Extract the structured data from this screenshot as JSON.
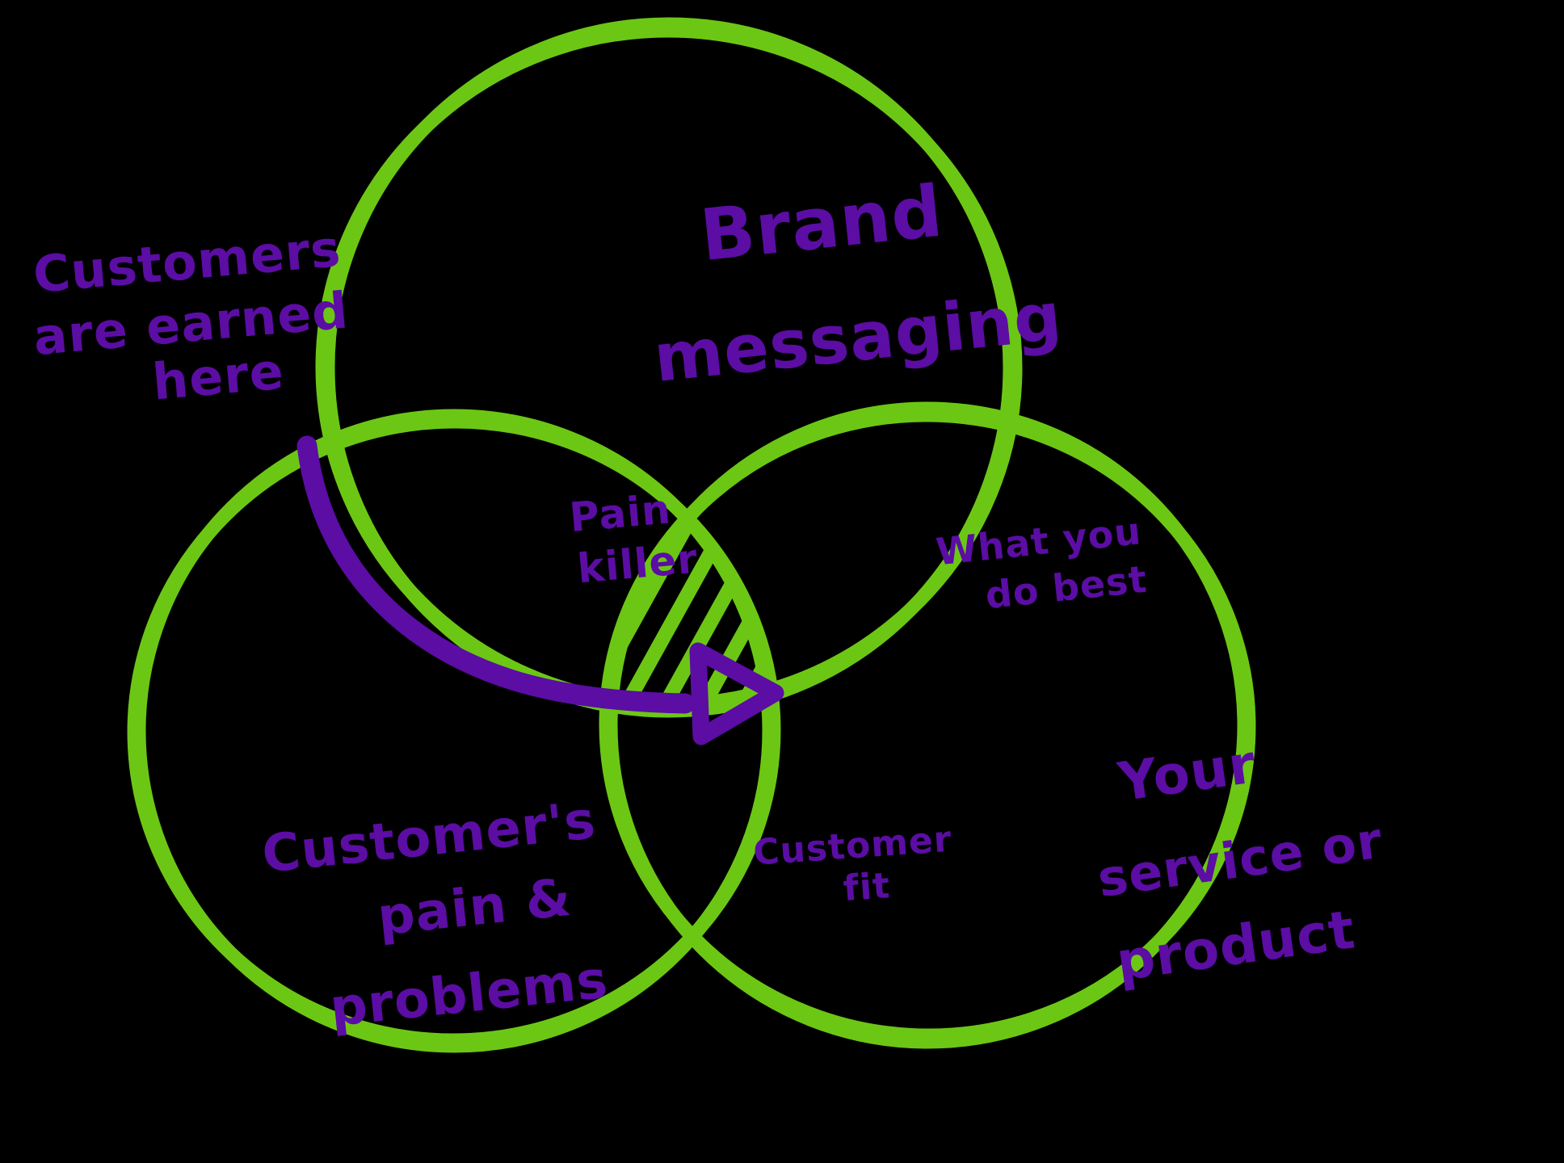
{
  "title": "Customer fit Venn diagram",
  "colors": {
    "background": "#000000",
    "circle_green": "#6cc715",
    "ink_purple": "#5b0da4"
  },
  "venn": {
    "circles": [
      {
        "id": "top",
        "label": "Brand messaging",
        "label_lines": [
          "Brand",
          "messaging"
        ]
      },
      {
        "id": "bottom_left",
        "label": "Customer's pain & problems",
        "label_lines": [
          "Customer's",
          "pain &",
          "problems"
        ]
      },
      {
        "id": "bottom_right",
        "label": "Your service or product",
        "label_lines": [
          "Your",
          "service or",
          "product"
        ]
      }
    ],
    "overlaps": [
      {
        "between": [
          "top",
          "bottom_left"
        ],
        "label": "Pain killer",
        "label_lines": [
          "Pain",
          "killer"
        ]
      },
      {
        "between": [
          "top",
          "bottom_right"
        ],
        "label": "What you do best",
        "label_lines": [
          "What you",
          "do best"
        ]
      },
      {
        "between": [
          "bottom_left",
          "bottom_right"
        ],
        "label": "Customer fit",
        "label_lines": [
          "Customer",
          "fit"
        ]
      },
      {
        "between": [
          "top",
          "bottom_left",
          "bottom_right"
        ],
        "label": "",
        "style": "green-diagonal-hatch"
      }
    ],
    "callout": {
      "label": "Customers are earned here",
      "label_lines": [
        "Customers",
        "are earned",
        "here"
      ],
      "arrow_points_to": "center hatched overlap"
    }
  }
}
